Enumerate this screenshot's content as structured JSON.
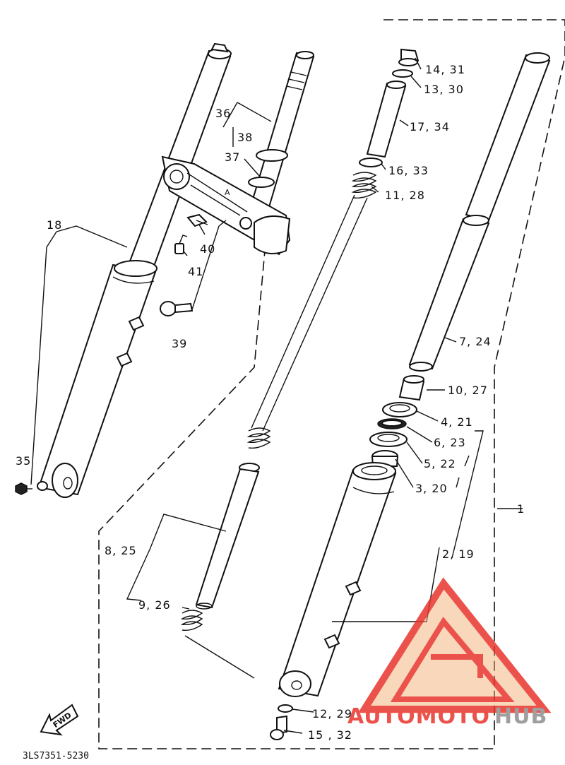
{
  "diagram": {
    "labels": {
      "l_14_31": "14, 31",
      "l_13_30": "13, 30",
      "l_17_34": "17, 34",
      "l_16_33": "16, 33",
      "l_11_28": "11, 28",
      "l_36": "36",
      "l_38": "38",
      "l_37": "37",
      "l_18": "18",
      "l_40": "40",
      "l_41": "41",
      "l_39": "39",
      "l_35": "35",
      "l_7_24": "7, 24",
      "l_10_27": "10, 27",
      "l_4_21": "4, 21",
      "l_6_23": "6, 23",
      "l_5_22": "5, 22",
      "l_3_20": "3, 20",
      "l_1": "1",
      "l_2_19": "2, 19",
      "l_8_25": "8, 25",
      "l_9_26": "9, 26",
      "l_12_29": "12, 29",
      "l_15_32": "15 , 32"
    },
    "fwd_arrow": "FWD",
    "tag_a": "A",
    "doc_code": "3LS7351-5230",
    "watermark": {
      "text_red": "AUTOMOTO",
      "text_gray": "HUB",
      "color_red": "#e8342c",
      "color_orange": "#f2a96b",
      "color_gray": "#8f8f8f"
    }
  }
}
